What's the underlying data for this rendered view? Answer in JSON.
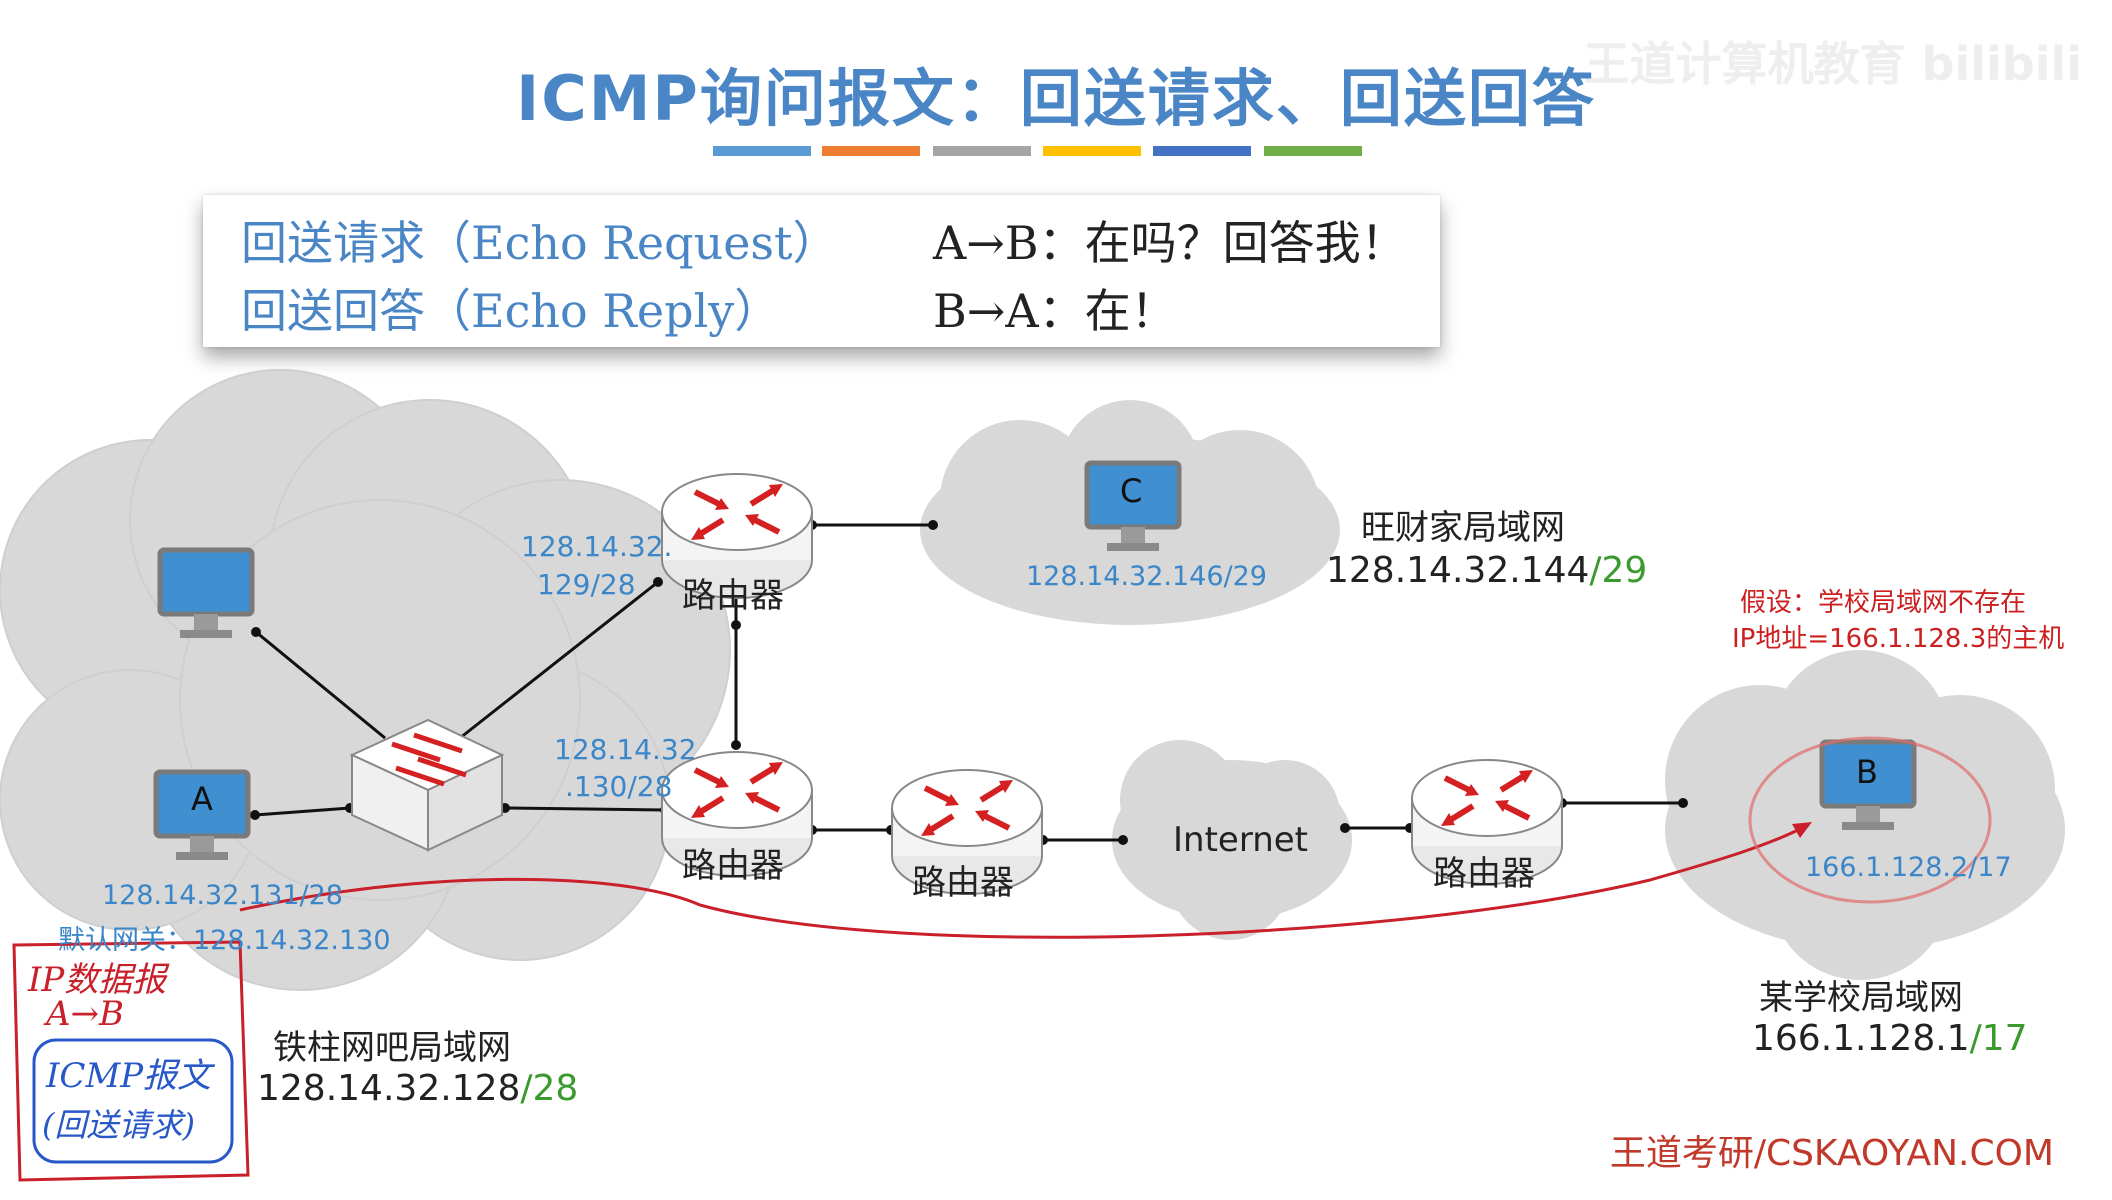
{
  "title": "ICMP询问报文：回送请求、回送回答",
  "watermark": "王道计算机教育 bilibili",
  "colors": {
    "title": "#4a86c5",
    "accent_bars": [
      "#5b9bd5",
      "#ed7d31",
      "#a5a5a5",
      "#ffc000",
      "#4472c4",
      "#70ad47"
    ]
  },
  "definitions": {
    "request_label": "回送请求（Echo Request）",
    "reply_label": "回送回答（Echo Reply）",
    "request_meaning": "A→B：在吗？回答我！",
    "reply_meaning": "B→A：在！"
  },
  "network": {
    "host_a_name": "A",
    "host_a_ip": "128.14.32.131/28",
    "host_a_gateway": "默认网关：128.14.32.130",
    "host_c_name": "C",
    "host_c_ip": "128.14.32.146/29",
    "host_b_name": "B",
    "host_b_ip": "166.1.128.2/17",
    "router_top_if_line1": "128.14.32.",
    "router_top_if_line2": "129/28",
    "router_mid_if_line1": "128.14.32",
    "router_mid_if_line2": ".130/28",
    "router_label": "路由器",
    "internet_label": "Internet",
    "lan_wangcai_name": "旺财家局域网",
    "lan_wangcai_net": "128.14.32.144",
    "lan_wangcai_mask": "/29",
    "lan_tiezhu_name": "铁柱网吧局域网",
    "lan_tiezhu_net": "128.14.32.128",
    "lan_tiezhu_mask": "/28",
    "lan_school_name": "某学校局域网",
    "lan_school_net": "166.1.128.1",
    "lan_school_mask": "/17"
  },
  "assumption_line1": "假设：学校局域网不存在",
  "assumption_line2": "IP地址=166.1.128.3的主机",
  "annotation": {
    "datagram_line1": "IP数据报",
    "datagram_line2": "A→B",
    "icmp_line1": "ICMP报文",
    "icmp_line2": "(回送请求)"
  },
  "footer": "王道考研/CSKAOYAN.COM"
}
